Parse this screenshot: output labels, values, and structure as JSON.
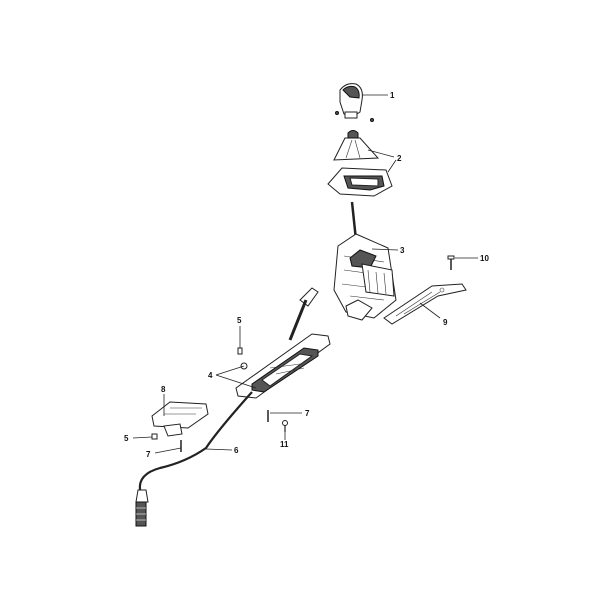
{
  "callouts": [
    {
      "id": "c1",
      "label": "1"
    },
    {
      "id": "c2",
      "label": "2"
    },
    {
      "id": "c3",
      "label": "3"
    },
    {
      "id": "c4",
      "label": "4"
    },
    {
      "id": "c5a",
      "label": "5"
    },
    {
      "id": "c5b",
      "label": "5"
    },
    {
      "id": "c6",
      "label": "6"
    },
    {
      "id": "c7a",
      "label": "7"
    },
    {
      "id": "c7b",
      "label": "7"
    },
    {
      "id": "c8",
      "label": "8"
    },
    {
      "id": "c9",
      "label": "9"
    },
    {
      "id": "c10",
      "label": "10"
    },
    {
      "id": "c11",
      "label": "11"
    }
  ]
}
